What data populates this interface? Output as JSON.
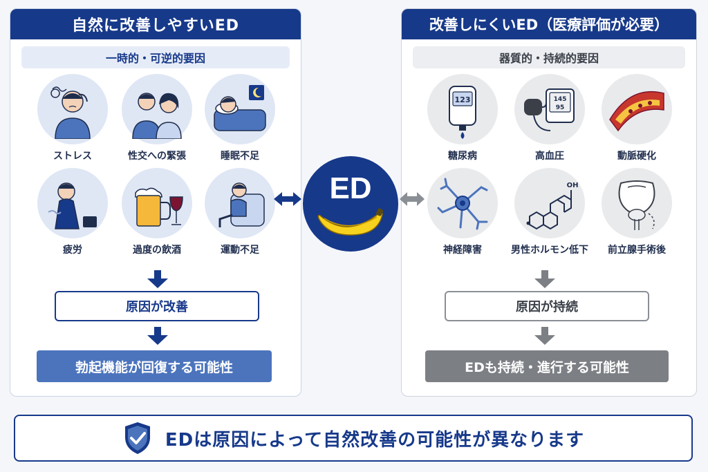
{
  "left": {
    "title": "自然に改善しやすいED",
    "subtitle": "一時的・可逆的要因",
    "items": [
      {
        "label": "ストレス",
        "icon": "stressed-man-icon"
      },
      {
        "label": "性交への緊張",
        "icon": "nervous-couple-icon"
      },
      {
        "label": "睡眠不足",
        "icon": "sleeping-person-icon"
      },
      {
        "label": "疲労",
        "icon": "tired-worker-icon"
      },
      {
        "label": "過度の飲酒",
        "icon": "beer-wine-icon"
      },
      {
        "label": "運動不足",
        "icon": "sitting-person-icon"
      }
    ],
    "cause_box": "原因が改善",
    "result_box": "勃起機能が回復する可能性",
    "accent": "#17398a"
  },
  "right": {
    "title": "改善しにくいED（医療評価が必要）",
    "subtitle": "器質的・持続的要因",
    "items": [
      {
        "label": "糖尿病",
        "icon": "glucose-meter-icon",
        "reading": "123"
      },
      {
        "label": "高血圧",
        "icon": "blood-pressure-monitor-icon",
        "reading_top": "145",
        "reading_bottom": "95"
      },
      {
        "label": "動脈硬化",
        "icon": "clogged-artery-icon"
      },
      {
        "label": "神経障害",
        "icon": "neuron-icon"
      },
      {
        "label": "男性ホルモン低下",
        "icon": "molecule-icon",
        "formula_label": "OH"
      },
      {
        "label": "前立腺手術後",
        "icon": "prostate-icon"
      }
    ],
    "cause_box": "原因が持続",
    "result_box": "EDも持続・進行する可能性",
    "accent": "#7c7f84"
  },
  "center": {
    "label": "ED",
    "icon": "banana-icon"
  },
  "footer": {
    "text": "EDは原因によって自然改善の可能性が異なります",
    "icon": "shield-check-icon"
  }
}
